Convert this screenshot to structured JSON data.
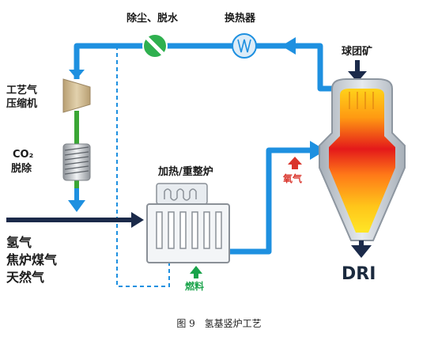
{
  "labels": {
    "dust_removal": "除尘、脱水",
    "heat_exchanger": "换热器",
    "pellet_ore": "球团矿",
    "compressor": "工艺气\n压缩机",
    "co2_removal_top": "CO₂",
    "co2_removal_bottom": "脱除",
    "reformer": "加热/重整炉",
    "oxygen": "氧气",
    "fuel": "燃料",
    "gas_source_1": "氢气",
    "gas_source_2": "焦炉煤气",
    "gas_source_3": "天然气",
    "product": "DRI"
  },
  "caption": {
    "number": "图 9",
    "title": "氢基竖炉工艺"
  },
  "colors": {
    "pipe_blue": "#1e90e0",
    "pipe_green": "#3aa635",
    "arrow_dark": "#1b2a4a",
    "oxygen_red": "#d9342b",
    "fuel_green": "#19a34a"
  },
  "icons": [
    "valve-icon",
    "heat-exchanger-icon",
    "compressor-icon",
    "co2-scrubber-icon",
    "reformer-icon",
    "shaft-furnace-icon"
  ]
}
